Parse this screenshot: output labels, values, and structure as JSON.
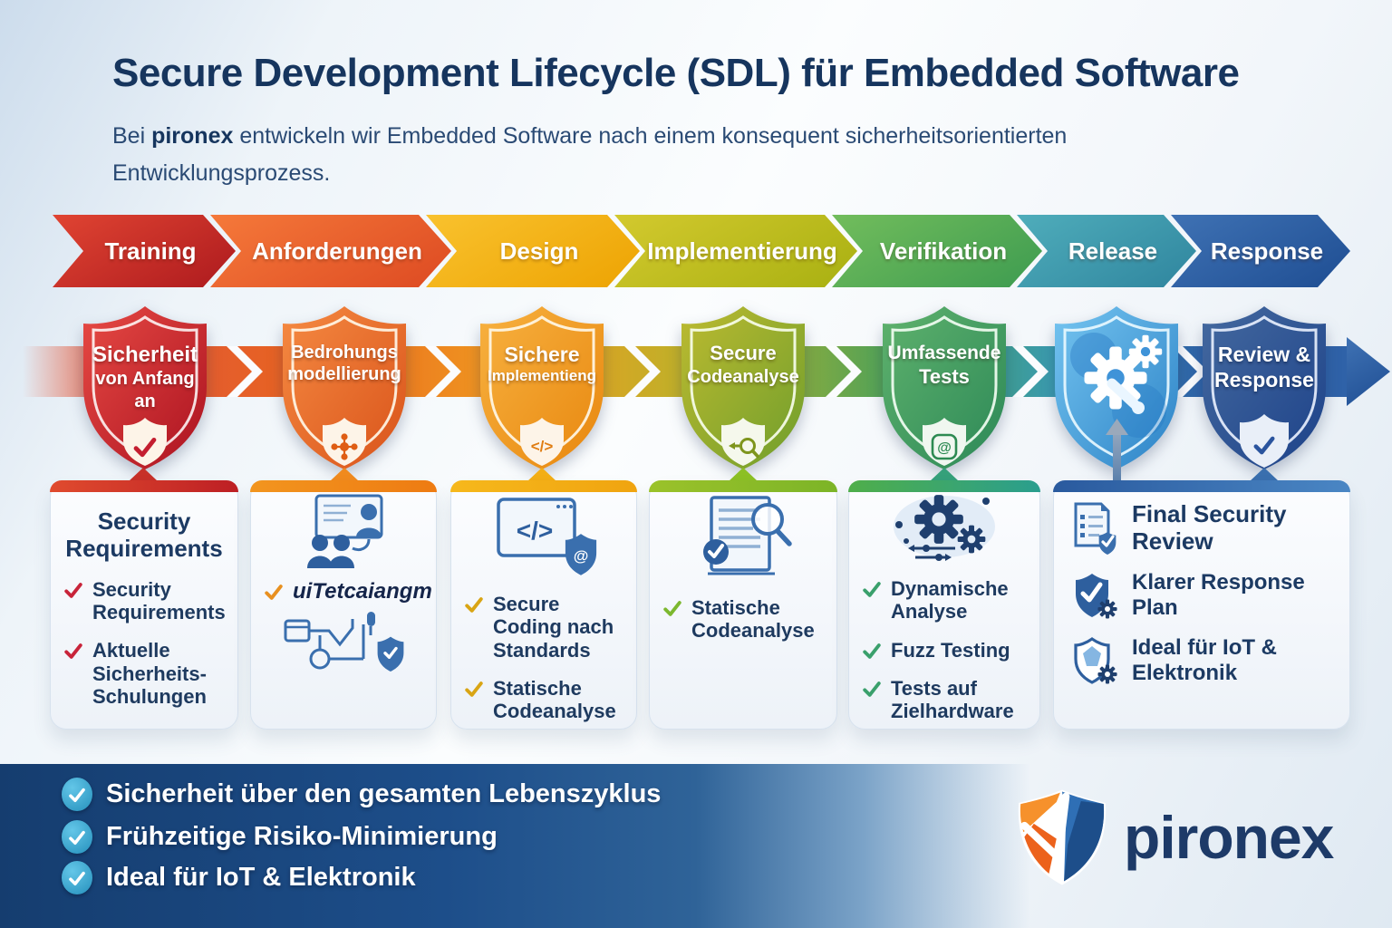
{
  "palette": {
    "title_color": "#16355e",
    "phase_colors": [
      "#c22523",
      "#e8562a",
      "#f2ab12",
      "#b7b422",
      "#4ba25c",
      "#3e9aad",
      "#2a5ba6"
    ],
    "shield_colors": [
      "#c6202e",
      "#e8641f",
      "#f09a20",
      "#93a826",
      "#3f9a5f",
      "#3f93d8",
      "#2a549e"
    ],
    "card_accent_colors": [
      "#c73028",
      "#f08a1e",
      "#f3ae14",
      "#8cc024",
      "#35a07a",
      "#3a6fae"
    ],
    "footer_bg": "#1b4a85",
    "footer_check": "#35a4cf",
    "logo_orange": "#f07a20",
    "logo_blue": "#2f6fb5"
  },
  "header": {
    "title_main": "Secure Development Lifecycle (SDL)",
    "title_suffix": " für Embedded Software",
    "intro_prefix": "Bei ",
    "intro_brand": "pironex",
    "intro_rest": " entwickeln wir Embedded Software nach einem konsequent sicherheitsorientierten",
    "intro_line2": "Entwicklungsprozess."
  },
  "phases": [
    {
      "label": "Training"
    },
    {
      "label": "Anforderungen"
    },
    {
      "label": "Design"
    },
    {
      "label": "Implementierung"
    },
    {
      "label": "Verifikation"
    },
    {
      "label": "Release"
    },
    {
      "label": "Response"
    }
  ],
  "shields": [
    {
      "line1": "Sicherheit",
      "line2": "von Anfang an",
      "icon": "check-icon"
    },
    {
      "line1": "Bedrohungs",
      "line2": "modellierung",
      "icon": "threat-model-icon"
    },
    {
      "line1": "Sichere",
      "line2": "Implementieng",
      "icon": "code-icon"
    },
    {
      "line1": "Secure",
      "line2": "Codeanalyse",
      "icon": "code-scan-icon"
    },
    {
      "line1": "Umfassende",
      "line2": "Tests",
      "icon": "at-badge-icon"
    },
    {
      "line1": "",
      "line2": "",
      "icon": "gear-wrench-icon"
    },
    {
      "line1": "Review &",
      "line2": "Response",
      "icon": "shield-check-icon"
    }
  ],
  "glyphs": {
    "code": "</>",
    "at": "@"
  },
  "cards": [
    {
      "title": "Security Requirements",
      "items": [
        "Security Requirements",
        "Aktuelle Sicherheits-Schulungen"
      ]
    },
    {
      "items": [
        "uiTetcaiangm"
      ]
    },
    {
      "items": [
        "Secure Coding nach Standards",
        "Statische Codeanalyse"
      ]
    },
    {
      "items": [
        "Statische Codeanalyse"
      ]
    },
    {
      "items": [
        "Dynamische Analyse",
        "Fuzz Testing",
        "Tests auf Zielhardware"
      ]
    },
    {
      "rows": [
        "Final Security Review",
        "Klarer Response Plan",
        "Ideal für IoT & Elektronik"
      ]
    }
  ],
  "footer": {
    "benefits": [
      "Sicherheit über den gesamten Lebenszyklus",
      "Frühzeitige Risiko-Minimierung",
      "Ideal für IoT & Elektronik"
    ],
    "logo_text": "pironex"
  }
}
